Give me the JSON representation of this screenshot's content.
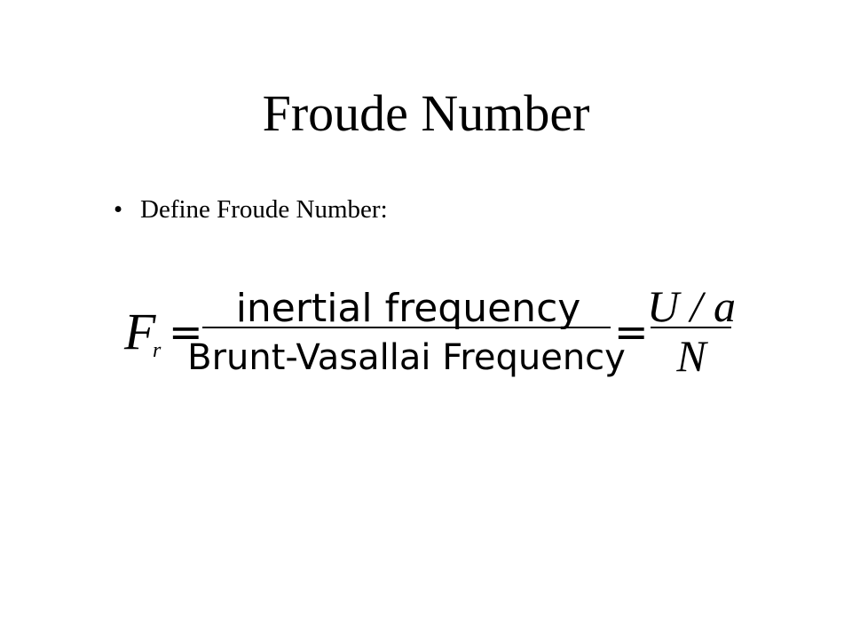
{
  "slide": {
    "title": "Froude Number",
    "bullet_marker": "•",
    "bullet_text": "Define Froude Number:"
  },
  "equation": {
    "lhs_symbol": "F",
    "lhs_subscript": "r",
    "equals_symbol": "=",
    "fraction1_numerator": "inertial frequency",
    "fraction1_denominator": "Brunt-Vasallai Frequency",
    "fraction2_numerator": "U / a",
    "fraction2_denominator": "N"
  }
}
